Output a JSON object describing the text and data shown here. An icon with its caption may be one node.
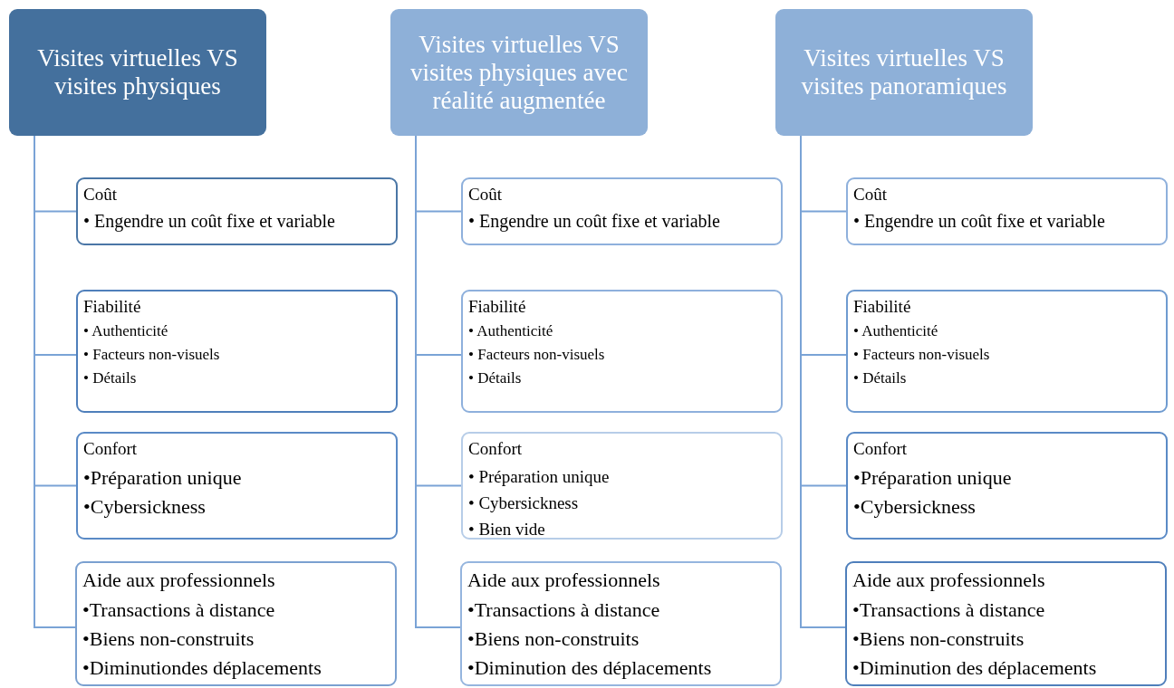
{
  "diagram": {
    "nodes": [
      {
        "text": [
          "Visites virtuelles VS visites physiques"
        ]
      },
      {
        "text": [
          "Coût",
          "• Engendre un coût fixe et variable"
        ]
      },
      {
        "text": [
          "Fiabilité",
          "• Authenticité",
          "• Facteurs non-visuels",
          "• Détails"
        ]
      },
      {
        "text": [
          "Confort",
          "•Préparation unique",
          "•Cybersickness"
        ]
      },
      {
        "text": [
          "Aide aux professionnels",
          "•Transactions à distance",
          "•Biens non-construits",
          "•Diminutiondes déplacements"
        ]
      },
      {
        "text": [
          "Visites virtuelles VS visites physiques avec réalité augmentée"
        ]
      },
      {
        "text": [
          "Coût",
          "• Engendre un coût fixe et variable"
        ]
      },
      {
        "text": [
          "Fiabilité",
          "• Authenticité",
          "• Facteurs non-visuels",
          "• Détails"
        ]
      },
      {
        "text": [
          "Confort",
          "• Préparation unique",
          "• Cybersickness",
          "• Bien vide"
        ]
      },
      {
        "text": [
          "Aide aux professionnels",
          "•Transactions à distance",
          "•Biens non-construits",
          "•Diminution des déplacements"
        ]
      },
      {
        "text": [
          "Visites virtuelles VS visites panoramiques"
        ]
      },
      {
        "text": [
          "Coût",
          "• Engendre un coût fixe et variable"
        ]
      },
      {
        "text": [
          "Fiabilité",
          "• Authenticité",
          "• Facteurs non-visuels",
          "• Détails"
        ]
      },
      {
        "text": [
          "Confort",
          "•Préparation unique",
          "•Cybersickness"
        ]
      },
      {
        "text": [
          "Aide aux professionnels",
          "•Transactions à distance",
          "•Biens non-construits",
          "•Diminution des déplacements"
        ]
      }
    ],
    "edges": [
      {
        "from": 0,
        "to": 1,
        "arrow": "none"
      },
      {
        "from": 0,
        "to": 2,
        "arrow": "none"
      },
      {
        "from": 0,
        "to": 3,
        "arrow": "none"
      },
      {
        "from": 0,
        "to": 4,
        "arrow": "none"
      },
      {
        "from": 5,
        "to": 6,
        "arrow": "none"
      },
      {
        "from": 5,
        "to": 7,
        "arrow": "none"
      },
      {
        "from": 5,
        "to": 8,
        "arrow": "none"
      },
      {
        "from": 5,
        "to": 9,
        "arrow": "none"
      },
      {
        "from": 10,
        "to": 11,
        "arrow": "none"
      },
      {
        "from": 10,
        "to": 12,
        "arrow": "none"
      },
      {
        "from": 10,
        "to": 13,
        "arrow": "none"
      },
      {
        "from": 10,
        "to": 14,
        "arrow": "none"
      }
    ]
  }
}
